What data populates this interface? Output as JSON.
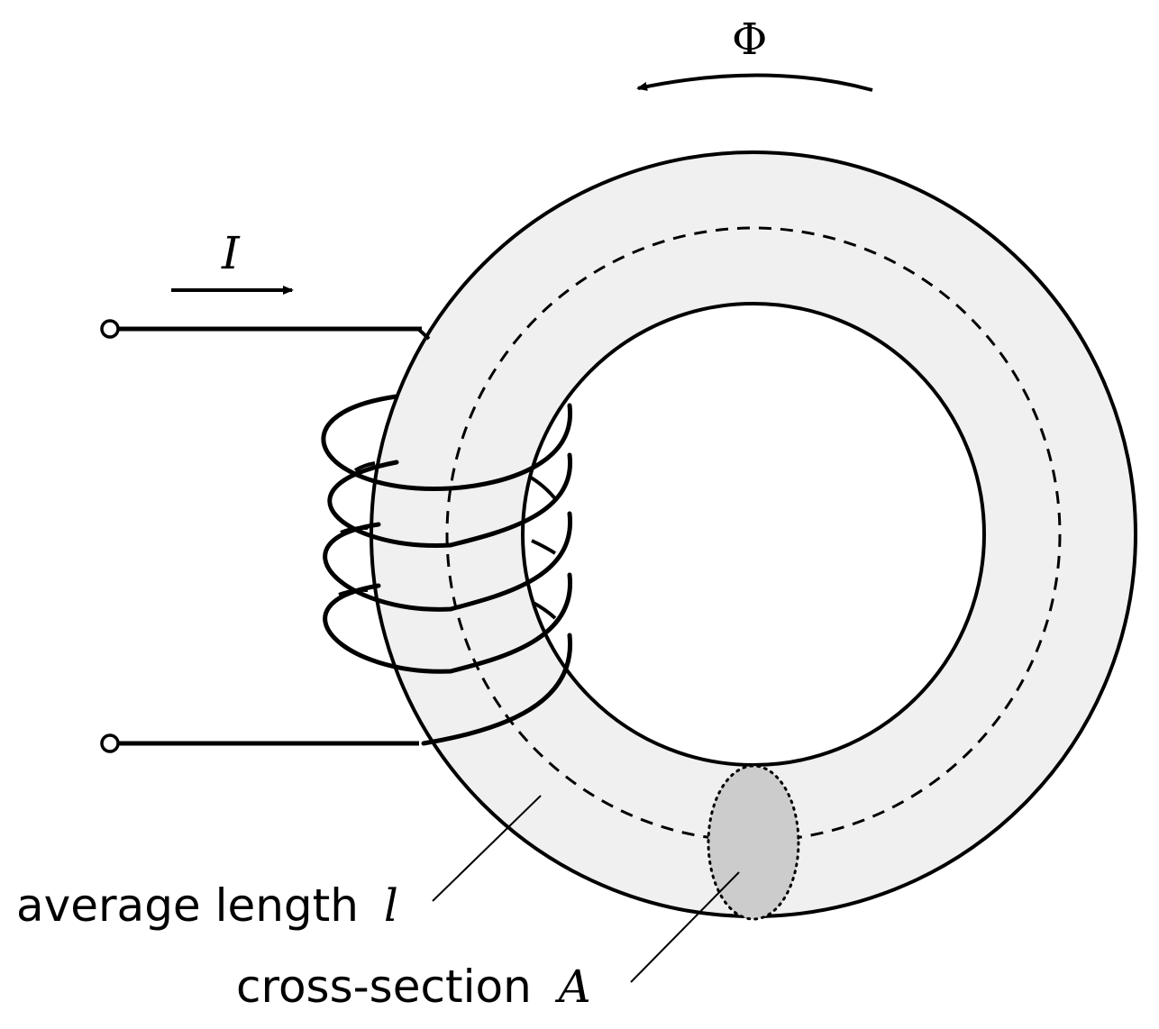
{
  "labels": {
    "flux": "Φ",
    "current": "I",
    "average_length_text": "average length",
    "average_length_symbol": "l",
    "cross_section_text": "cross-section",
    "cross_section_symbol": "A"
  },
  "colors": {
    "core_fill": "#f0f0f0",
    "cross_section_fill": "#cccccc",
    "stroke": "#000000",
    "background": "#ffffff"
  }
}
